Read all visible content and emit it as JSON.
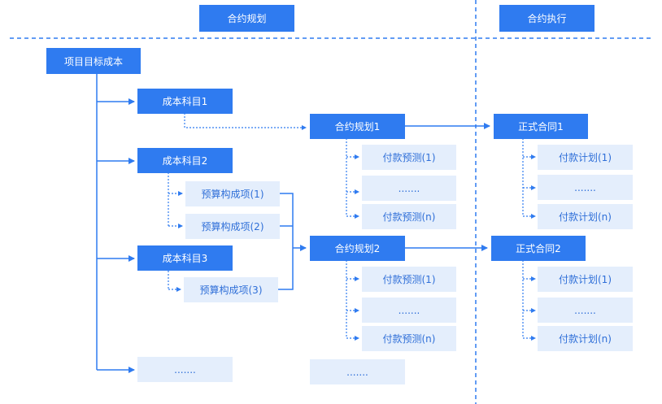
{
  "header": {
    "planning_label": "合约规划",
    "execution_label": "合约执行"
  },
  "root": {
    "label": "项目目标成本"
  },
  "cost_items": [
    {
      "label": "成本科目1"
    },
    {
      "label": "成本科目2"
    },
    {
      "label": "成本科目3"
    }
  ],
  "budget_items": [
    {
      "label": "预算构成项(1)"
    },
    {
      "label": "预算构成项(2)"
    },
    {
      "label": "预算构成项(3)"
    }
  ],
  "plans": [
    {
      "label": "合约规划1",
      "forecasts": [
        "付款预测(1)",
        ".......",
        "付款预测(n)"
      ]
    },
    {
      "label": "合约规划2",
      "forecasts": [
        "付款预测(1)",
        ".......",
        "付款预测(n)"
      ]
    }
  ],
  "contracts": [
    {
      "label": "正式合同1",
      "payments": [
        "付款计划(1)",
        ".......",
        "付款计划(n)"
      ]
    },
    {
      "label": "正式合同2",
      "payments": [
        "付款计划(1)",
        ".......",
        "付款计划(n)"
      ]
    }
  ],
  "ellipsis": {
    "cost": ".......",
    "plan": "......."
  },
  "colors": {
    "primary": "#2f7bf0",
    "light_fill": "#e4eefc",
    "light_text": "#2f6fd8",
    "connector": "#2f7bf0"
  }
}
